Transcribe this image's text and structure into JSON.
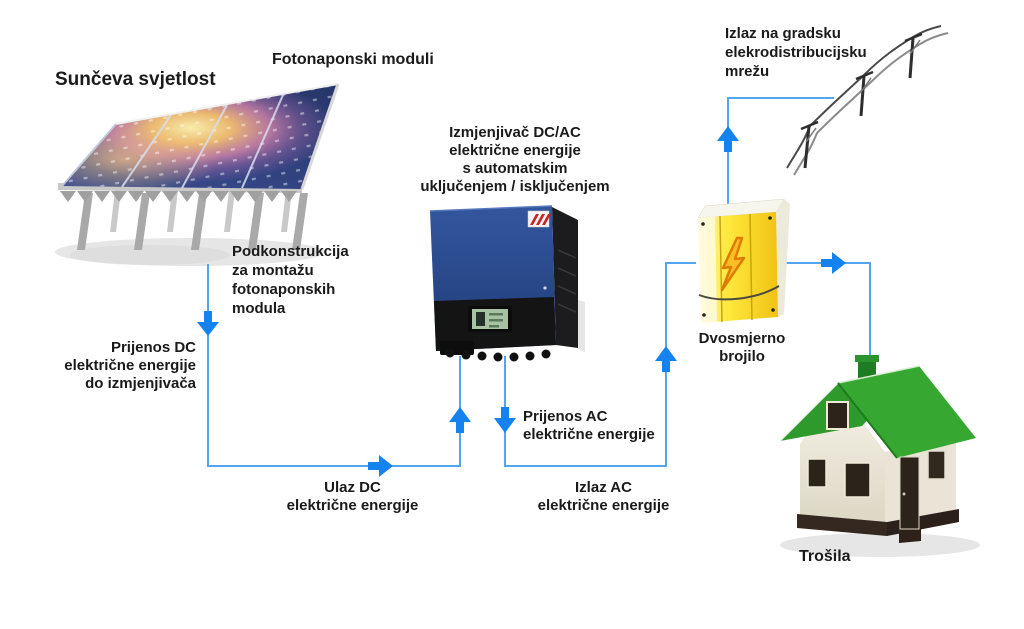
{
  "labels": {
    "sunlight": "Sunčeva svjetlost",
    "pv_modules": "Fotonaponski moduli",
    "substructure": "Podkonstrukcija\nza montažu\nfotonaponskih\nmodula",
    "dc_transfer": "Prijenos DC\nelektrične energije\ndo izmjenjivača",
    "inverter": "Izmjenjivač DC/AC\nelektrične energije\ns automatskim\nuključenjem / isključenjem",
    "dc_input": "Ulaz DC\nelektrične energije",
    "ac_transfer": "Prijenos AC\nelektrične energije",
    "ac_output": "Izlaz AC\nelektrične energije",
    "meter": "Dvosmjerno\nbrojilo",
    "grid_output": "Izlaz na gradsku\nelekrodistribucijsku\nmrežu",
    "loads": "Trošila"
  },
  "icons": {
    "meter_symbol": "lightning-bolt-icon",
    "grid_symbol": "power-lines-icon",
    "loads_symbol": "house-icon",
    "source_symbol": "solar-array-icon",
    "converter_symbol": "inverter-icon"
  },
  "colors": {
    "line_blue": "#55a4ef",
    "arrow_blue": "#1583ef",
    "panel_blue": "#31427f",
    "meter_yellow": "#ffe93e",
    "bolt_orange": "#e07b00",
    "roof_green": "#2e9a2b",
    "text": "#1a1a1a",
    "background": "#ffffff"
  }
}
